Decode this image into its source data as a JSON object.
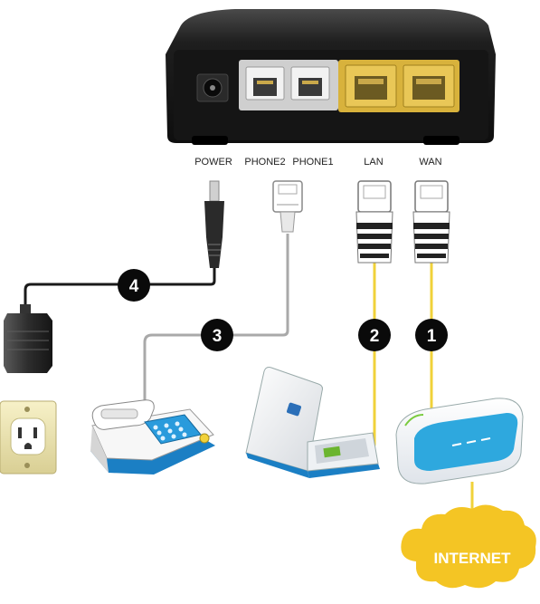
{
  "ports": {
    "power": "POWER",
    "phone2": "PHONE2",
    "phone1": "PHONE1",
    "lan": "LAN",
    "wan": "WAN"
  },
  "steps": {
    "one": "1",
    "two": "2",
    "three": "3",
    "four": "4"
  },
  "internet_label": "INTERNET",
  "colors": {
    "device_body": "#1c1c1c",
    "ethernet_cable": "#f0d23a",
    "phone_cable": "#a9a9a9",
    "power_cable": "#1a1a1a",
    "modem_blue": "#2ea8de",
    "cloud": "#f4c524",
    "badge": "#0a0a0a"
  }
}
